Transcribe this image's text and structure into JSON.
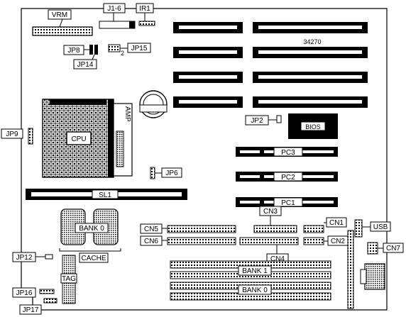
{
  "labels": {
    "vrm": "VRM",
    "j1_6": "J1-6",
    "ir1": "IR1",
    "jp8": "JP8",
    "jp15": "JP15",
    "jp14": "JP14",
    "pin2": "2",
    "part_no": "34270",
    "cpu": "CPU",
    "amp": "AMP",
    "jp2": "JP2",
    "bios": "BIOS",
    "jp9": "JP9",
    "jp6": "JP6",
    "pc3": "PC3",
    "pc2": "PC2",
    "pc1": "PC1",
    "sl1": "SL1",
    "cn3": "CN3",
    "cn1": "CN1",
    "usb": "USB",
    "cn5": "CN5",
    "cn6": "CN6",
    "cn2": "CN2",
    "cn7": "CN7",
    "cn4": "CN4",
    "bank0_cache": "BANK 0",
    "cache": "CACHE",
    "jp12": "JP12",
    "tag": "TAG",
    "bank1": "BANK 1",
    "bank0": "BANK 0",
    "jp16": "JP16",
    "jp17": "JP17"
  },
  "colors": {
    "ink": "#000000",
    "paper": "#ffffff",
    "grid": "#888888"
  }
}
